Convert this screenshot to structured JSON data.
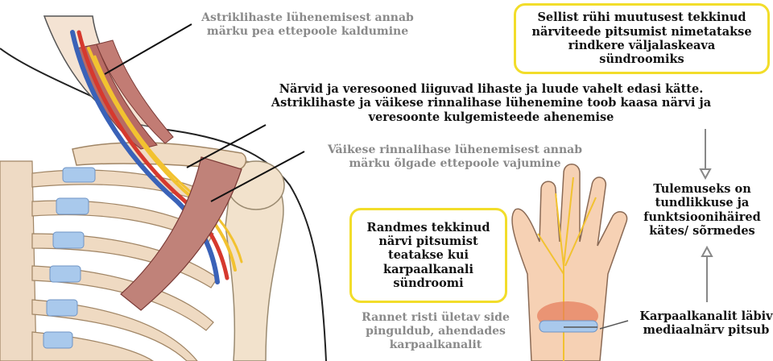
{
  "labels": {
    "neck_muscle": "Astriklihaste lühenemisest annab märku pea ettepoole kaldumine",
    "nerves_vessels": "Närvid ja veresooned liiguvad lihaste ja luude vahelt edasi kätte. Astriklihaste ja väikese rinnalihase lühenemine toob kaasa närvi ja veresoonte kulgemisteede ahenemise",
    "pectoralis": "Väikese rinnalihase lühenemisest annab märku õlgade ettepoole vajumine",
    "result": "Tulemuseks on tundlikkuse ja funktsioonihäired kätes/ sõrmedes",
    "ligament": "Rannet risti ületav side pinguldub, ahendades karpaalkanalit",
    "median_nerve": "Karpaalkanalit läbiv mediaalnärv pitsub"
  },
  "boxes": {
    "thoracic_outlet": "Sellist rühi muutusest tekkinud närviteede pitsumist nimetatakse rindkere väljalaskeava sündroomiks",
    "carpal_tunnel": "Randmes tekkinud närvi pitsumist teatakse kui karpaalkanali sündroomi"
  },
  "colors": {
    "box_border": "#f2dd2a",
    "grey_text": "#8a8a8a",
    "muscle": "#b06a64",
    "bone": "#f0dcc4",
    "cartilage": "#a9c9ec",
    "nerve": "#f2c230",
    "artery": "#d6392e",
    "vein": "#3a62b8",
    "skin": "#f6d1b4"
  }
}
